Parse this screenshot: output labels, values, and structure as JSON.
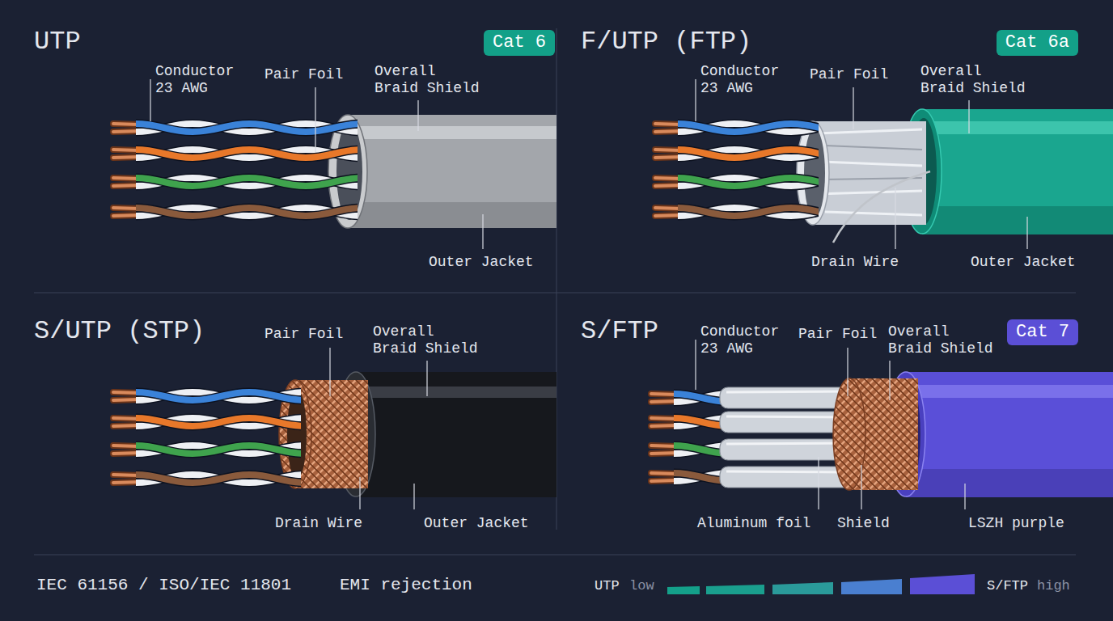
{
  "diagram": {
    "nodes": [
      {
        "text": [
          "Cat 6"
        ]
      },
      {
        "text": [
          "Cat 6a"
        ]
      },
      {
        "text": [
          "Cat 7"
        ]
      }
    ],
    "labels": [
      "UTP",
      "Conductor 23 AWG",
      "Pair Foil",
      "Overall Braid Shield",
      "Outer Jacket",
      "F/UTP (FTP)",
      "Conductor 23 AWG",
      "Pair Foil",
      "Overall Braid Shield",
      "Drain Wire",
      "Outer Jacket",
      "S/UTP (STP)",
      "Pair Foil",
      "Overall Braid Shield",
      "Drain Wire",
      "Outer Jacket",
      "S/FTP",
      "Conductor 23 AWG",
      "Pair Foil",
      "Overall Braid Shield",
      "Aluminum foil",
      "Shield",
      "LSZH purple",
      "IEC 61156 / ISO/IEC 11801",
      "EMI rejection",
      "UTP",
      "low",
      "S/FTP",
      "high"
    ]
  }
}
